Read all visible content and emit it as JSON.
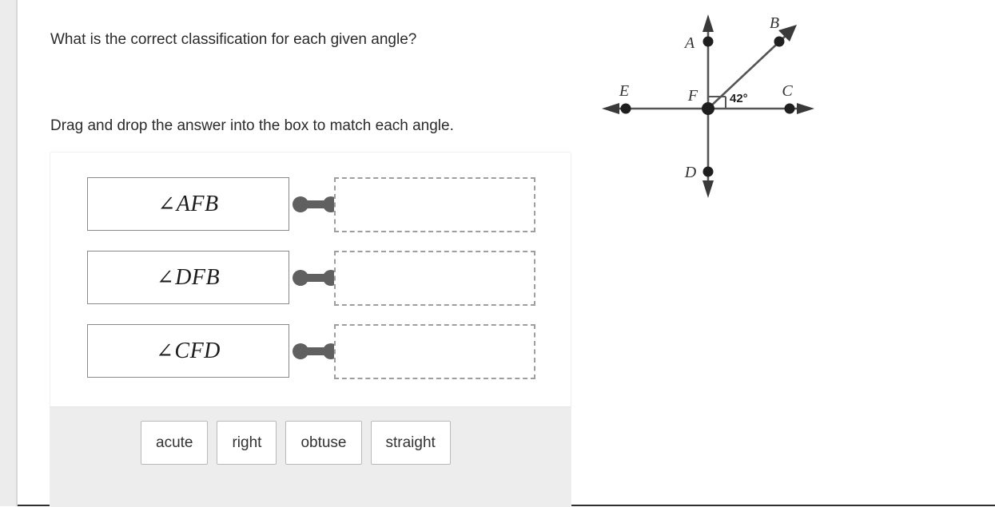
{
  "prompt": {
    "question": "What is the correct classification for each given angle?",
    "instruction": "Drag and drop the answer into the box to match each angle."
  },
  "activity": {
    "rows": [
      {
        "term": "AFB",
        "angle_symbol": "∠",
        "dropzone_value": "",
        "dropzone_placeholder": ""
      },
      {
        "term": "DFB",
        "angle_symbol": "∠",
        "dropzone_value": "",
        "dropzone_placeholder": ""
      },
      {
        "term": "CFD",
        "angle_symbol": "∠",
        "dropzone_value": "",
        "dropzone_placeholder": ""
      }
    ],
    "options": [
      {
        "label": "acute"
      },
      {
        "label": "right"
      },
      {
        "label": "obtuse"
      },
      {
        "label": "straight"
      }
    ]
  },
  "figure": {
    "title": "",
    "angle_measure": "42°",
    "points": [
      {
        "name": "A",
        "label": "A"
      },
      {
        "name": "B",
        "label": "B"
      },
      {
        "name": "C",
        "label": "C"
      },
      {
        "name": "D",
        "label": "D"
      },
      {
        "name": "E",
        "label": "E"
      },
      {
        "name": "F",
        "label": "F"
      }
    ]
  },
  "colors": {
    "page_background": "#ffffff",
    "gutter": "#ececec",
    "tray_background": "#ededed",
    "term_border": "#8a8a8a",
    "dropzone_border": "#9e9e9e",
    "connector": "#606060",
    "figure_stroke": "#555555",
    "text": "#2b2b2b"
  }
}
